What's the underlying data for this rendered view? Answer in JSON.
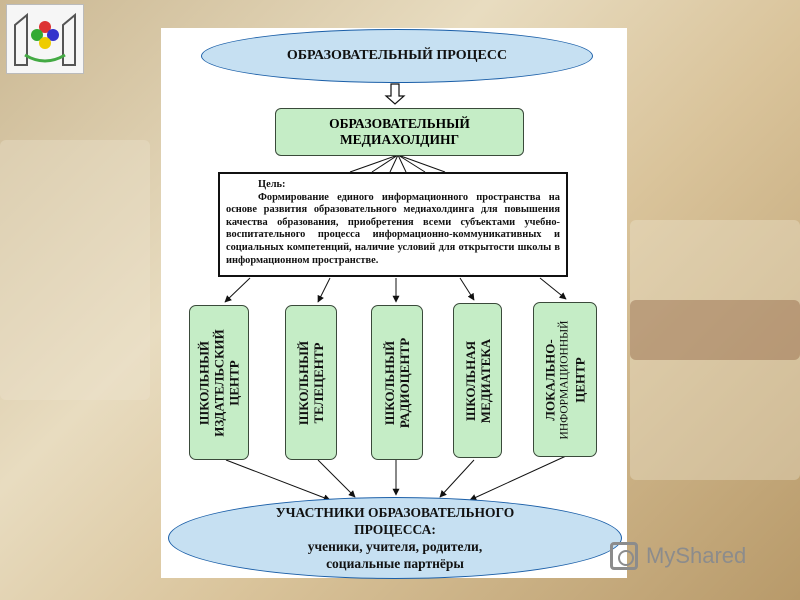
{
  "diagram": {
    "top_oval": "ОБРАЗОВАТЕЛЬНЫЙ ПРОЦЕСС",
    "holding": {
      "line1": "ОБРАЗОВАТЕЛЬНЫЙ",
      "line2": "МЕДИАХОЛДИНГ"
    },
    "goal": {
      "label": "Цель:",
      "text": "Формирование единого информационного пространства на основе развития образовательного медиахолдинга для повышения качества образования, приобретения всеми субъектами учебно-воспитательного процесса информационно-коммуникативных и социальных компетенций, наличие условий для открытости школы в информационном пространстве."
    },
    "centers": [
      {
        "line1": "ШКОЛЬНЫЙ",
        "line2": "ИЗДАТЕЛЬСКИЙ",
        "line3": "ЦЕНТР"
      },
      {
        "line1": "ШКОЛЬНЫЙ",
        "line2": "ТЕЛЕЦЕНТР"
      },
      {
        "line1": "ШКОЛЬНЫЙ",
        "line2": "РАДИОЦЕНТР"
      },
      {
        "line1": "ШКОЛЬНАЯ",
        "line2": "МЕДИАТЕКА"
      },
      {
        "line1": "ЛОКАЛЬНО-",
        "line2": "ИНФОРМАЦИОННЫЙ",
        "line3": "ЦЕНТР"
      }
    ],
    "bottom_oval": {
      "line1": "УЧАСТНИКИ ОБРАЗОВАТЕЛЬНОГО",
      "line2": "ПРОЦЕССА:",
      "line3": "ученики, учителя, родители,",
      "line4": "социальные партнёры"
    }
  },
  "watermark": {
    "brand": "MyShared"
  },
  "colors": {
    "oval_fill": "#c6e0f2",
    "box_fill": "#c5edc6",
    "oval_border": "#1b5fa8"
  }
}
